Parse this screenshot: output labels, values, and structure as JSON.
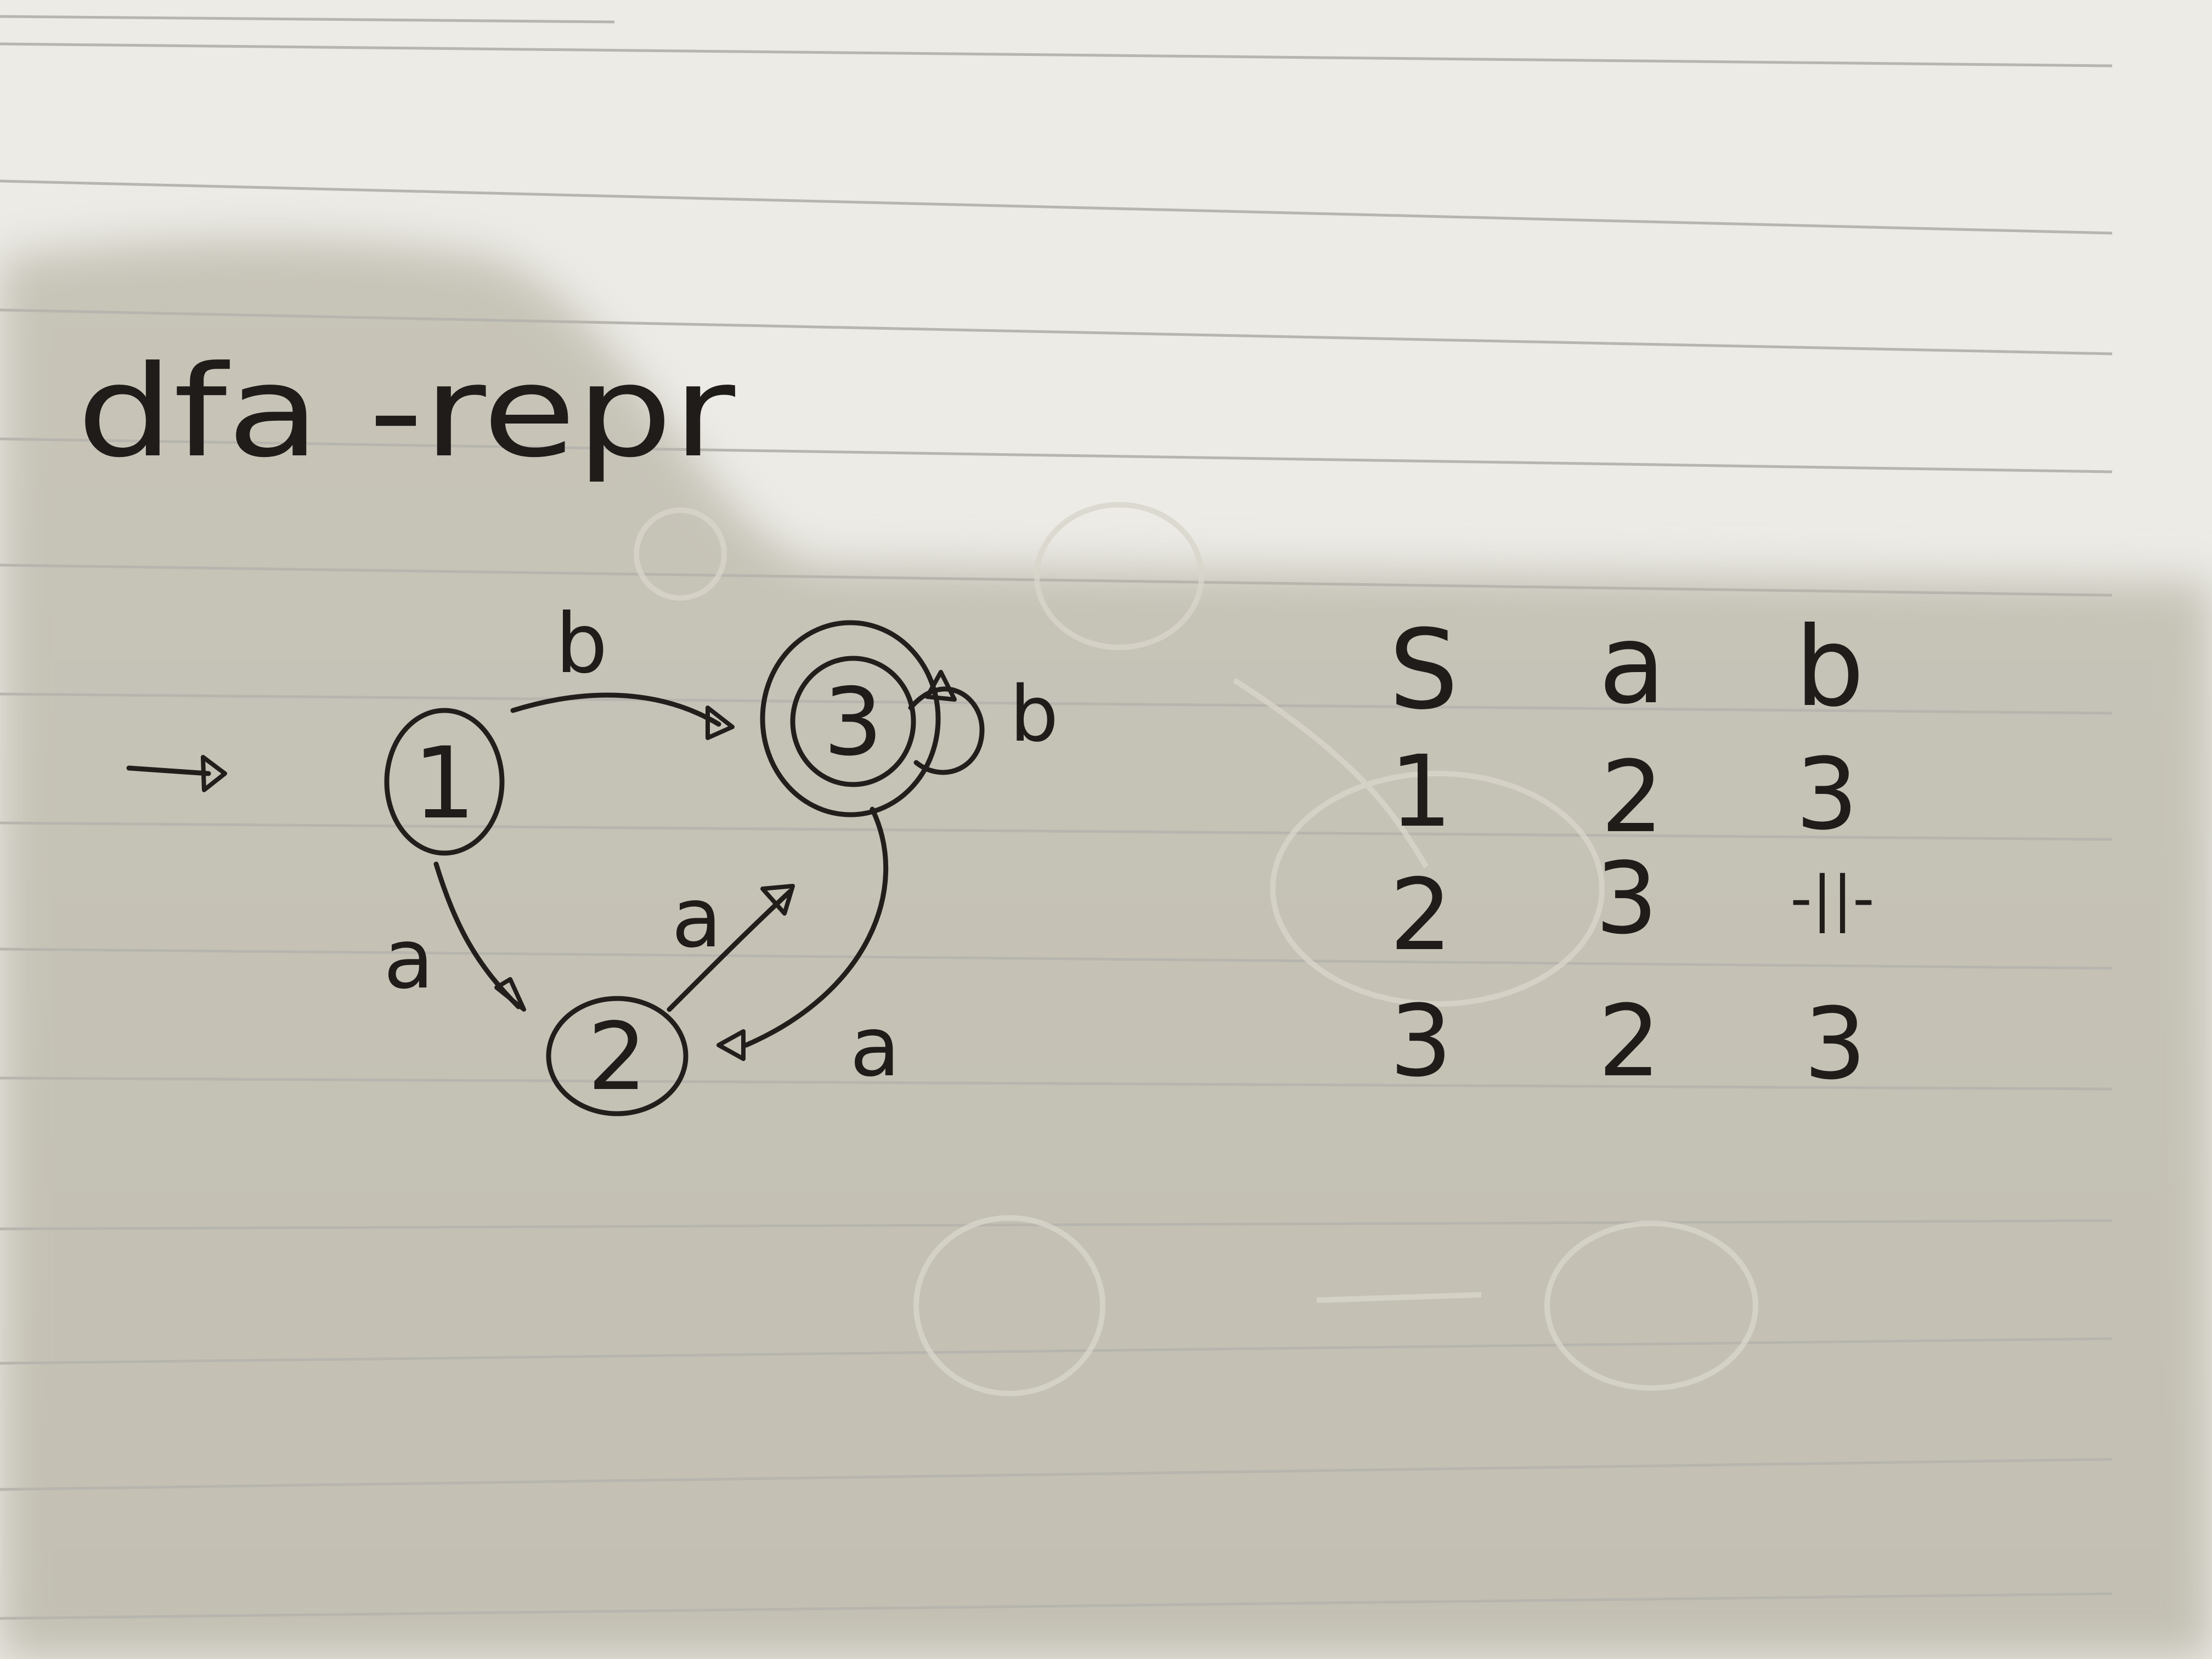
{
  "image": {
    "description_tags": [
      "notebook-page",
      "handwritten-dfa-diagram",
      "transition-table"
    ],
    "colors": {
      "paper_lit": "#ecebe6",
      "paper_shadow": "#c9c6ba",
      "ink": "#221e1c",
      "rule": "#b7b5ae"
    }
  },
  "heading": {
    "text": "dfa -repr"
  },
  "diagram": {
    "start_marker": "-Δ",
    "states": [
      {
        "id": "1",
        "label": "1",
        "start": true,
        "accepting": false
      },
      {
        "id": "2",
        "label": "2",
        "start": false,
        "accepting": false
      },
      {
        "id": "3",
        "label": "3",
        "start": false,
        "accepting": true
      }
    ],
    "transitions": [
      {
        "from": "1",
        "to": "3",
        "symbol": "b"
      },
      {
        "from": "1",
        "to": "2",
        "symbol": "a"
      },
      {
        "from": "2",
        "to": "3",
        "symbol": "a"
      },
      {
        "from": "3",
        "to": "2",
        "symbol": "a"
      },
      {
        "from": "3",
        "to": "3",
        "symbol": "b"
      }
    ]
  },
  "table": {
    "headers": [
      "S",
      "a",
      "b"
    ],
    "rows": [
      [
        "1",
        "2",
        "3"
      ],
      [
        "2",
        "3",
        "-||-"
      ],
      [
        "3",
        "2",
        "3"
      ]
    ]
  }
}
